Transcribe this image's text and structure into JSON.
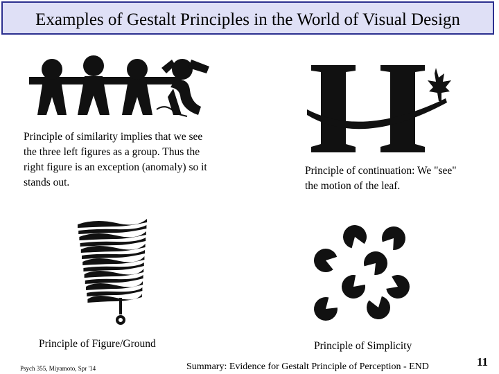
{
  "slide": {
    "title": "Examples of Gestalt Principles in the World of Visual Design",
    "colors": {
      "title_fill": "#dfe0f6",
      "title_border": "#2b2f8f",
      "figure": "#111111"
    }
  },
  "examples": {
    "similarity": {
      "caption": "Principle of similarity implies that we see the three left figures as a group. Thus the right figure is an exception (anomaly) so it stands out.",
      "image": "paper-doll-figures"
    },
    "continuation": {
      "caption": "Principle of continuation:  We \"see\" the motion of the leaf.",
      "image": "h-logo-with-maple-leaf"
    },
    "figure_ground": {
      "caption": "Principle of Figure/Ground",
      "image": "striped-flag-with-key"
    },
    "simplicity": {
      "caption": "Principle of Simplicity",
      "image": "pacman-circles-hexagon"
    }
  },
  "footer": {
    "course": "Psych 355, Miyamoto, Spr '14",
    "summary": "Summary:  Evidence for Gestalt Principle of Perception - END",
    "page_number": "11"
  }
}
